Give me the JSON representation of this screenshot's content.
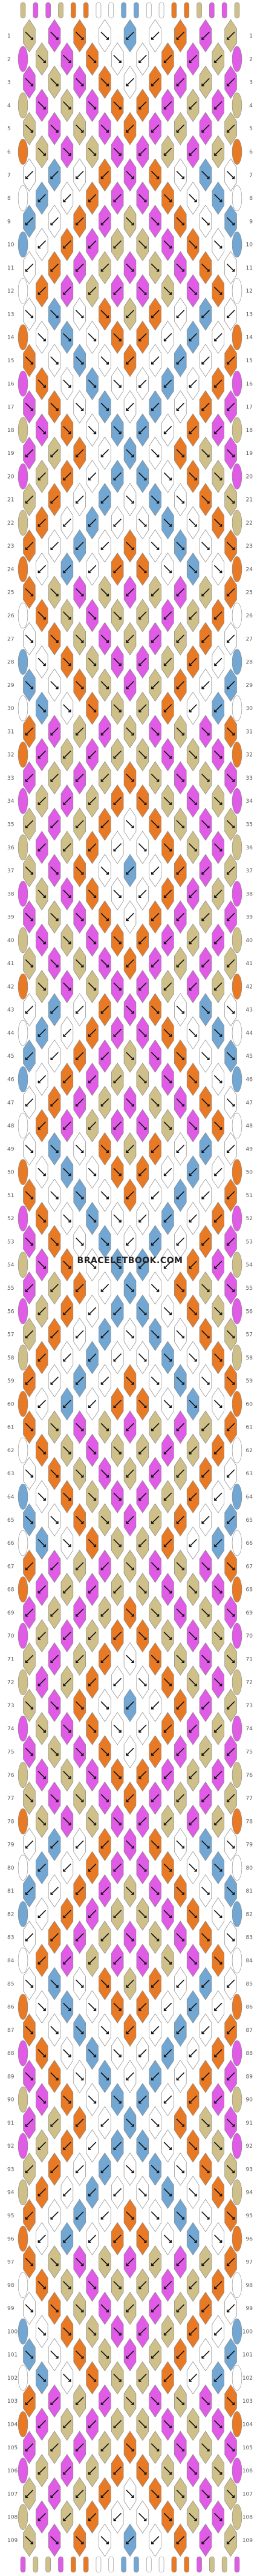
{
  "pattern": {
    "row_count": 109,
    "strand_count": 18,
    "strand_colors": [
      "#cfc08a",
      "#e05be6",
      "#e05be6",
      "#cfc08a",
      "#e97a25",
      "#e97a25",
      "#ffffff",
      "#ffffff",
      "#72a7d3",
      "#72a7d3",
      "#ffffff",
      "#ffffff",
      "#e97a25",
      "#e97a25",
      "#cfc08a",
      "#e05be6",
      "#e05be6",
      "#cfc08a"
    ],
    "watermark": "BRACELETBOOK.COM",
    "colors": {
      "beige": "#cfc08a",
      "magenta": "#e05be6",
      "orange": "#e97a25",
      "blue": "#72a7d3",
      "white": "#ffffff",
      "knot_outline": "#888888",
      "row_number": "#555555"
    },
    "knot_icons": [
      "arrow-down-left-icon",
      "arrow-down-right-icon",
      "backward-knot-icon",
      "forward-knot-icon"
    ]
  }
}
